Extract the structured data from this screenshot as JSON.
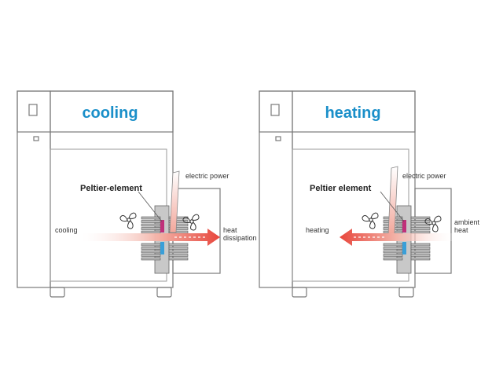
{
  "colors": {
    "title": "#1a8fc9",
    "hot": "#e8463c",
    "cold": "#3a9fd8",
    "peltier": "#c0307a"
  },
  "cooling_panel": {
    "title": "cooling",
    "peltier_label": "Peltier-element",
    "electric_power": "electric power",
    "inside_label": "cooling",
    "heat_line1": "heat",
    "heat_line2": "dissipation"
  },
  "heating_panel": {
    "title": "heating",
    "peltier_label": "Peltier element",
    "electric_power": "electric power",
    "inside_label": "heating",
    "ambient_line1": "ambient",
    "ambient_line2": "heat"
  }
}
